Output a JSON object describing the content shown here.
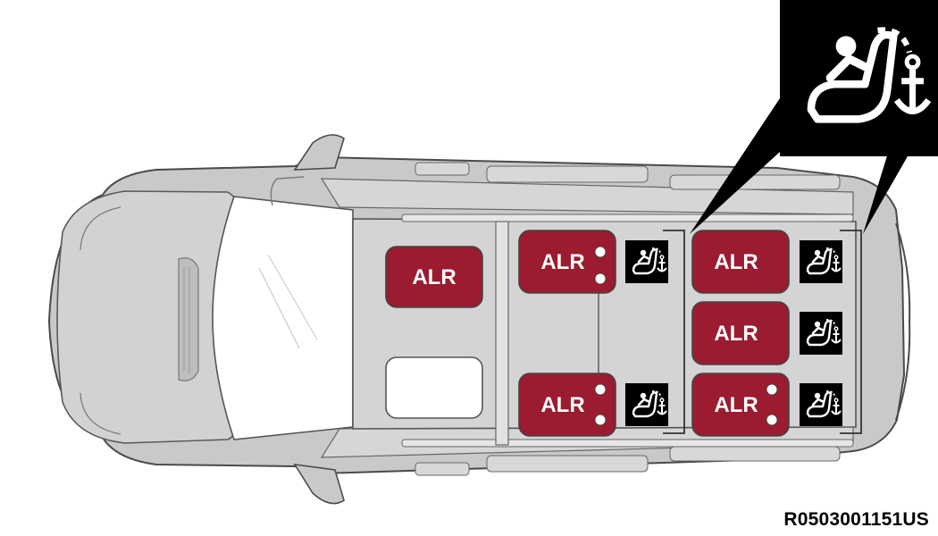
{
  "colors": {
    "seat_fill": "#9b1b30",
    "body_gray": "#c8c8c8",
    "glass_white": "#ffffff",
    "icon_bg": "#000000"
  },
  "seats": {
    "front_passenger": {
      "label": "ALR"
    },
    "row2_left": {
      "label": "ALR"
    },
    "row2_right": {
      "label": "ALR"
    },
    "row3_left": {
      "label": "ALR"
    },
    "row3_middle": {
      "label": "ALR"
    },
    "row3_right": {
      "label": "ALR"
    }
  },
  "icons": {
    "anchor_symbol": "child-seat-anchor-icon"
  },
  "figure_code": "R0503001151US"
}
